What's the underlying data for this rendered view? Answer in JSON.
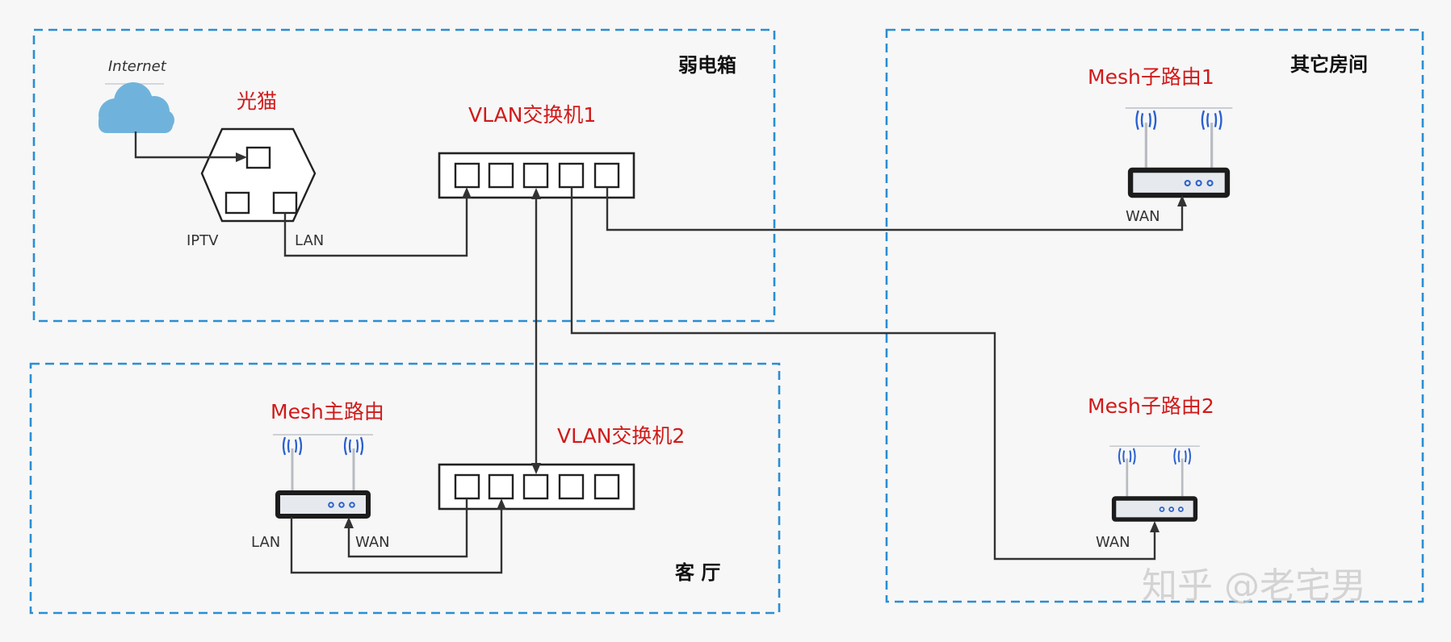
{
  "zones": {
    "weak_box": "弱电箱",
    "other_rooms": "其它房间",
    "living_room": "客 厅"
  },
  "internet": "Internet",
  "devices": {
    "modem": "光猫",
    "switch1": "VLAN交换机1",
    "switch2": "VLAN交换机2",
    "main_router": "Mesh主路由",
    "sub_router1": "Mesh子路由1",
    "sub_router2": "Mesh子路由2"
  },
  "port_labels": {
    "modem_iptv": "IPTV",
    "modem_lan": "LAN",
    "sub1_wan": "WAN",
    "sub2_wan": "WAN",
    "main_lan": "LAN",
    "main_wan": "WAN"
  },
  "watermark": "知乎 @老宅男",
  "colors": {
    "zone_border": "#2a8ed2",
    "device_label": "#d01a1a",
    "cloud": "#6fb3dc",
    "wifi_waves": "#2a5fd0",
    "led": "#2f63c9"
  }
}
